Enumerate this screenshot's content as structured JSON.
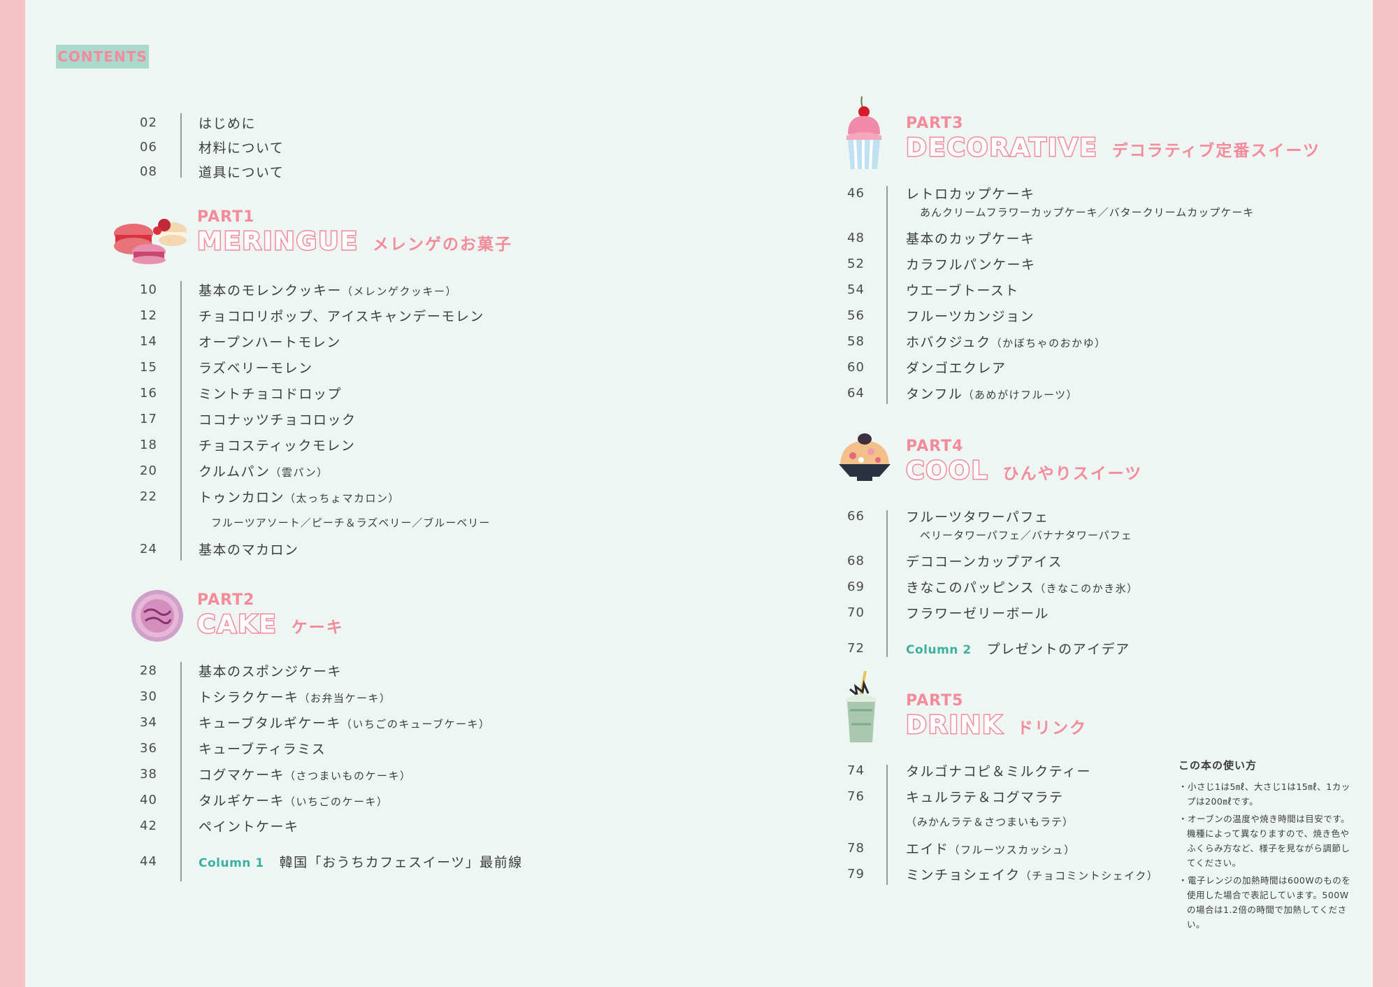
{
  "contents_label": "CONTENTS",
  "intro": [
    {
      "num": "02",
      "title": "はじめに"
    },
    {
      "num": "06",
      "title": "材料について"
    },
    {
      "num": "08",
      "title": "道具について"
    }
  ],
  "part1": {
    "label": "PART1",
    "en": "MERINGUE",
    "ja": "メレンゲのお菓子",
    "entries": [
      {
        "num": "10",
        "title": "基本のモレンクッキー",
        "note": "（メレンゲクッキー）"
      },
      {
        "num": "12",
        "title": "チョコロリポップ、アイスキャンデーモレン",
        "note": ""
      },
      {
        "num": "14",
        "title": "オープンハートモレン",
        "note": ""
      },
      {
        "num": "15",
        "title": "ラズベリーモレン",
        "note": ""
      },
      {
        "num": "16",
        "title": "ミントチョコドロップ",
        "note": ""
      },
      {
        "num": "17",
        "title": "ココナッツチョコロック",
        "note": ""
      },
      {
        "num": "18",
        "title": "チョコスティックモレン",
        "note": ""
      },
      {
        "num": "20",
        "title": "クルムパン",
        "note": "（雲パン）"
      },
      {
        "num": "22",
        "title": "トゥンカロン",
        "note": "（太っちょマカロン）"
      }
    ],
    "sub": "フルーツアソート／ピーチ＆ラズベリー／ブルーベリー",
    "last": {
      "num": "24",
      "title": "基本のマカロン"
    }
  },
  "part2": {
    "label": "PART2",
    "en": "CAKE",
    "ja": "ケーキ",
    "entries": [
      {
        "num": "28",
        "title": "基本のスポンジケーキ",
        "note": ""
      },
      {
        "num": "30",
        "title": "トシラクケーキ",
        "note": "（お弁当ケーキ）"
      },
      {
        "num": "34",
        "title": "キューブタルギケーキ",
        "note": "（いちごのキューブケーキ）"
      },
      {
        "num": "36",
        "title": "キューブティラミス",
        "note": ""
      },
      {
        "num": "38",
        "title": "コグマケーキ",
        "note": "（さつまいものケーキ）"
      },
      {
        "num": "40",
        "title": "タルギケーキ",
        "note": "（いちごのケーキ）"
      },
      {
        "num": "42",
        "title": "ペイントケーキ",
        "note": ""
      }
    ],
    "column": {
      "num": "44",
      "tag": "Column 1",
      "title": "韓国「おうちカフェスイーツ」最前線"
    }
  },
  "part3": {
    "label": "PART3",
    "en": "DECORATIVE",
    "ja": "デコラティブ定番スイーツ",
    "first": {
      "num": "46",
      "title": "レトロカップケーキ"
    },
    "sub": "あんクリームフラワーカップケーキ／バタークリームカップケーキ",
    "entries": [
      {
        "num": "48",
        "title": "基本のカップケーキ",
        "note": ""
      },
      {
        "num": "52",
        "title": "カラフルパンケーキ",
        "note": ""
      },
      {
        "num": "54",
        "title": "ウエーブトースト",
        "note": ""
      },
      {
        "num": "56",
        "title": "フルーツカンジョン",
        "note": ""
      },
      {
        "num": "58",
        "title": "ホバクジュク",
        "note": "（かぼちゃのおかゆ）"
      },
      {
        "num": "60",
        "title": "ダンゴエクレア",
        "note": ""
      },
      {
        "num": "64",
        "title": "タンフル",
        "note": "（あめがけフルーツ）"
      }
    ]
  },
  "part4": {
    "label": "PART4",
    "en": "COOL",
    "ja": "ひんやりスイーツ",
    "first": {
      "num": "66",
      "title": "フルーツタワーパフェ"
    },
    "sub": "ベリータワーパフェ／バナナタワーパフェ",
    "entries": [
      {
        "num": "68",
        "title": "デココーンカップアイス",
        "note": ""
      },
      {
        "num": "69",
        "title": "きなこのパッピンス",
        "note": "（きなこのかき氷）"
      },
      {
        "num": "70",
        "title": "フラワーゼリーボール",
        "note": ""
      }
    ],
    "column": {
      "num": "72",
      "tag": "Column 2",
      "title": "プレゼントのアイデア"
    }
  },
  "part5": {
    "label": "PART5",
    "en": "DRINK",
    "ja": "ドリンク",
    "entries": [
      {
        "num": "74",
        "title": "タルゴナコピ＆ミルクティー",
        "note": ""
      },
      {
        "num": "76",
        "title": "キュルラテ＆コグマラテ",
        "note": ""
      }
    ],
    "sub": "（みかんラテ＆さつまいもラテ）",
    "entries2": [
      {
        "num": "78",
        "title": "エイド",
        "note": "（フルーツスカッシュ）"
      },
      {
        "num": "79",
        "title": "ミンチョシェイク",
        "note": "（チョコミントシェイク）"
      }
    ]
  },
  "howto": {
    "title": "この本の使い方",
    "items": [
      "・小さじ1は5㎖、大さじ1は15㎖、1カップは200㎖です。",
      "・オーブンの温度や焼き時間は目安です。機種によって異なりますので、焼き色やふくらみ方など、様子を見ながら調節してください。",
      "・電子レンジの加熱時間は600Wのものを使用した場合で表記しています。500Wの場合は1.2倍の時間で加熱してください。"
    ]
  },
  "colors": {
    "pink": "#f48a9a",
    "mint": "#a9d9cc",
    "teal": "#3cb1a0",
    "edge": "#f6c4c6",
    "bg": "#eef6f3"
  }
}
